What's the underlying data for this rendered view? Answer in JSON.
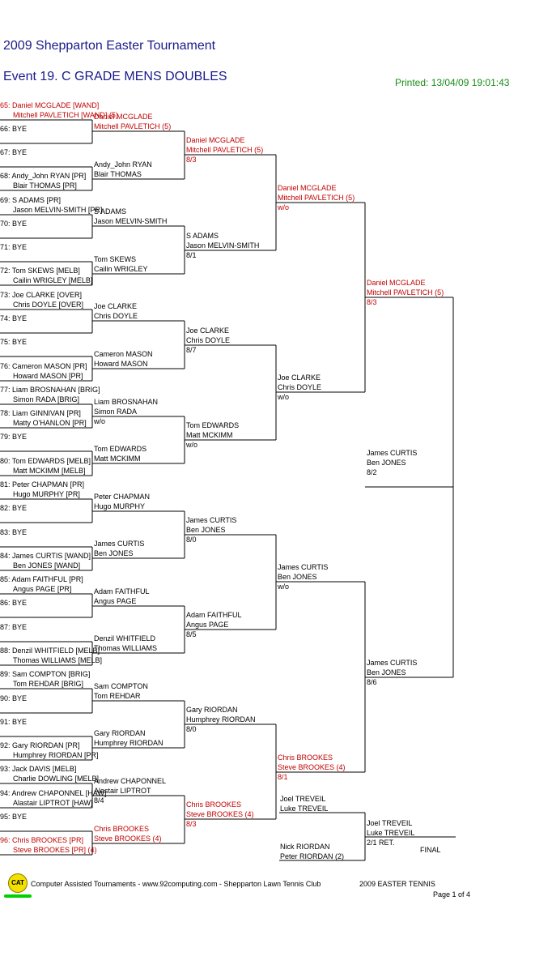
{
  "header": {
    "title": "2009 Shepparton Easter Tournament",
    "event": "Event 19. C GRADE MENS DOUBLES",
    "printed": "Printed: 13/04/09 19:01:43"
  },
  "first_round": [
    {
      "label": "65: Daniel MCGLADE [WAND]",
      "sub": "Mitchell PAVLETICH [WAND] (5)",
      "red": true
    },
    {
      "label": "66: BYE"
    },
    {
      "label": "67: BYE"
    },
    {
      "label": "68: Andy_John RYAN [PR]",
      "sub": "Blair THOMAS [PR]"
    },
    {
      "label": "69: S ADAMS [PR]",
      "sub": "Jason MELVIN-SMITH [PR]"
    },
    {
      "label": "70: BYE"
    },
    {
      "label": "71: BYE"
    },
    {
      "label": "72: Tom SKEWS [MELB]",
      "sub": "Cailin WRIGLEY [MELB]"
    },
    {
      "label": "73: Joe CLARKE [OVER]",
      "sub": "Chris DOYLE [OVER]"
    },
    {
      "label": "74: BYE"
    },
    {
      "label": "75: BYE"
    },
    {
      "label": "76: Cameron MASON [PR]",
      "sub": "Howard MASON [PR]"
    },
    {
      "label": "77: Liam BROSNAHAN [BRIG]",
      "sub": "Simon RADA [BRIG]"
    },
    {
      "label": "78: Liam GINNIVAN [PR]",
      "sub": "Matty O'HANLON [PR]"
    },
    {
      "label": "79: BYE"
    },
    {
      "label": "80: Tom EDWARDS [MELB]",
      "sub": "Matt MCKIMM [MELB]"
    },
    {
      "label": "81: Peter CHAPMAN [PR]",
      "sub": "Hugo MURPHY [PR]"
    },
    {
      "label": "82: BYE"
    },
    {
      "label": "83: BYE"
    },
    {
      "label": "84: James CURTIS [WAND]",
      "sub": "Ben JONES [WAND]"
    },
    {
      "label": "85: Adam FAITHFUL [PR]",
      "sub": "Angus PAGE [PR]"
    },
    {
      "label": "86: BYE"
    },
    {
      "label": "87: BYE"
    },
    {
      "label": "88: Denzil WHITFIELD [MELB]",
      "sub": "Thomas WILLIAMS [MELB]"
    },
    {
      "label": "89: Sam COMPTON [BRIG]",
      "sub": "Tom REHDAR [BRIG]"
    },
    {
      "label": "90: BYE"
    },
    {
      "label": "91: BYE"
    },
    {
      "label": "92: Gary RIORDAN [PR]",
      "sub": "Humphrey RIORDAN [PR]"
    },
    {
      "label": "93: Jack DAVIS [MELB]",
      "sub": "Charlie DOWLING [MELB]"
    },
    {
      "label": "94: Andrew CHAPONNEL [HAW]",
      "sub": "Alastair LIPTROT [HAW]"
    },
    {
      "label": "95: BYE"
    },
    {
      "label": "96: Chris BROOKES [PR]",
      "sub": "Steve BROOKES [PR] (4)",
      "red": true
    }
  ],
  "round2": [
    {
      "a": "Daniel MCGLADE",
      "b": "Mitchell PAVLETICH (5)",
      "red": true
    },
    {
      "a": "Andy_John RYAN",
      "b": "Blair THOMAS"
    },
    {
      "a": "S ADAMS",
      "b": "Jason MELVIN-SMITH"
    },
    {
      "a": "Tom SKEWS",
      "b": "Cailin WRIGLEY"
    },
    {
      "a": "Joe CLARKE",
      "b": "Chris DOYLE"
    },
    {
      "a": "Cameron MASON",
      "b": "Howard MASON"
    },
    {
      "a": "Liam BROSNAHAN",
      "b": "Simon RADA",
      "s": "w/o"
    },
    {
      "a": "Tom EDWARDS",
      "b": "Matt MCKIMM"
    },
    {
      "a": "Peter CHAPMAN",
      "b": "Hugo MURPHY"
    },
    {
      "a": "James CURTIS",
      "b": "Ben JONES"
    },
    {
      "a": "Adam FAITHFUL",
      "b": "Angus PAGE"
    },
    {
      "a": "Denzil WHITFIELD",
      "b": "Thomas WILLIAMS"
    },
    {
      "a": "Sam COMPTON",
      "b": "Tom REHDAR"
    },
    {
      "a": "Gary RIORDAN",
      "b": "Humphrey RIORDAN"
    },
    {
      "a": "Andrew CHAPONNEL",
      "b": "Alastair LIPTROT",
      "s": "8/4"
    },
    {
      "a": "Chris BROOKES",
      "b": "Steve BROOKES (4)",
      "red": true
    }
  ],
  "round3": [
    {
      "a": "Daniel MCGLADE",
      "b": "Mitchell PAVLETICH (5)",
      "s": "8/3",
      "red": true
    },
    {
      "a": "S ADAMS",
      "b": "Jason MELVIN-SMITH",
      "s": "8/1"
    },
    {
      "a": "Joe CLARKE",
      "b": "Chris DOYLE",
      "s": "8/7"
    },
    {
      "a": "Tom EDWARDS",
      "b": "Matt MCKIMM",
      "s": "w/o"
    },
    {
      "a": "James CURTIS",
      "b": "Ben JONES",
      "s": "8/0"
    },
    {
      "a": "Adam FAITHFUL",
      "b": "Angus PAGE",
      "s": "8/5"
    },
    {
      "a": "Gary RIORDAN",
      "b": "Humphrey RIORDAN",
      "s": "8/0"
    },
    {
      "a": "Chris BROOKES",
      "b": "Steve BROOKES (4)",
      "s": "8/3",
      "red": true
    }
  ],
  "round4": [
    {
      "a": "Daniel MCGLADE",
      "b": "Mitchell PAVLETICH (5)",
      "s": "w/o",
      "red": true
    },
    {
      "a": "Joe CLARKE",
      "b": "Chris DOYLE",
      "s": "w/o"
    },
    {
      "a": "James CURTIS",
      "b": "Ben JONES",
      "s": "w/o"
    },
    {
      "a": "Chris BROOKES",
      "b": "Steve BROOKES (4)",
      "s": "8/1",
      "red": true
    }
  ],
  "semis": [
    {
      "a": "Daniel MCGLADE",
      "b": "Mitchell PAVLETICH (5)",
      "s": "8/3",
      "red": true
    },
    {
      "a": "James CURTIS",
      "b": "Ben JONES",
      "s": "8/6"
    }
  ],
  "round6": {
    "a": "James CURTIS",
    "b": "Ben JONES",
    "s": "8/2"
  },
  "final": {
    "top_a": "Joel TREVEIL",
    "top_b": "Luke TREVEIL",
    "bot_a": "Nick RIORDAN",
    "bot_b": "Peter RIORDAN (2)",
    "win_a": "Joel TREVEIL",
    "win_b": "Luke TREVEIL",
    "win_s": "2/1 RET.",
    "label": "FINAL"
  },
  "footer": {
    "logo_text": "CAT",
    "credit": "Computer Assisted Tournaments - www.92computing.com -  Shepparton Lawn Tennis Club",
    "event": "2009 EASTER TENNIS",
    "page": "Page 1 of 4"
  }
}
